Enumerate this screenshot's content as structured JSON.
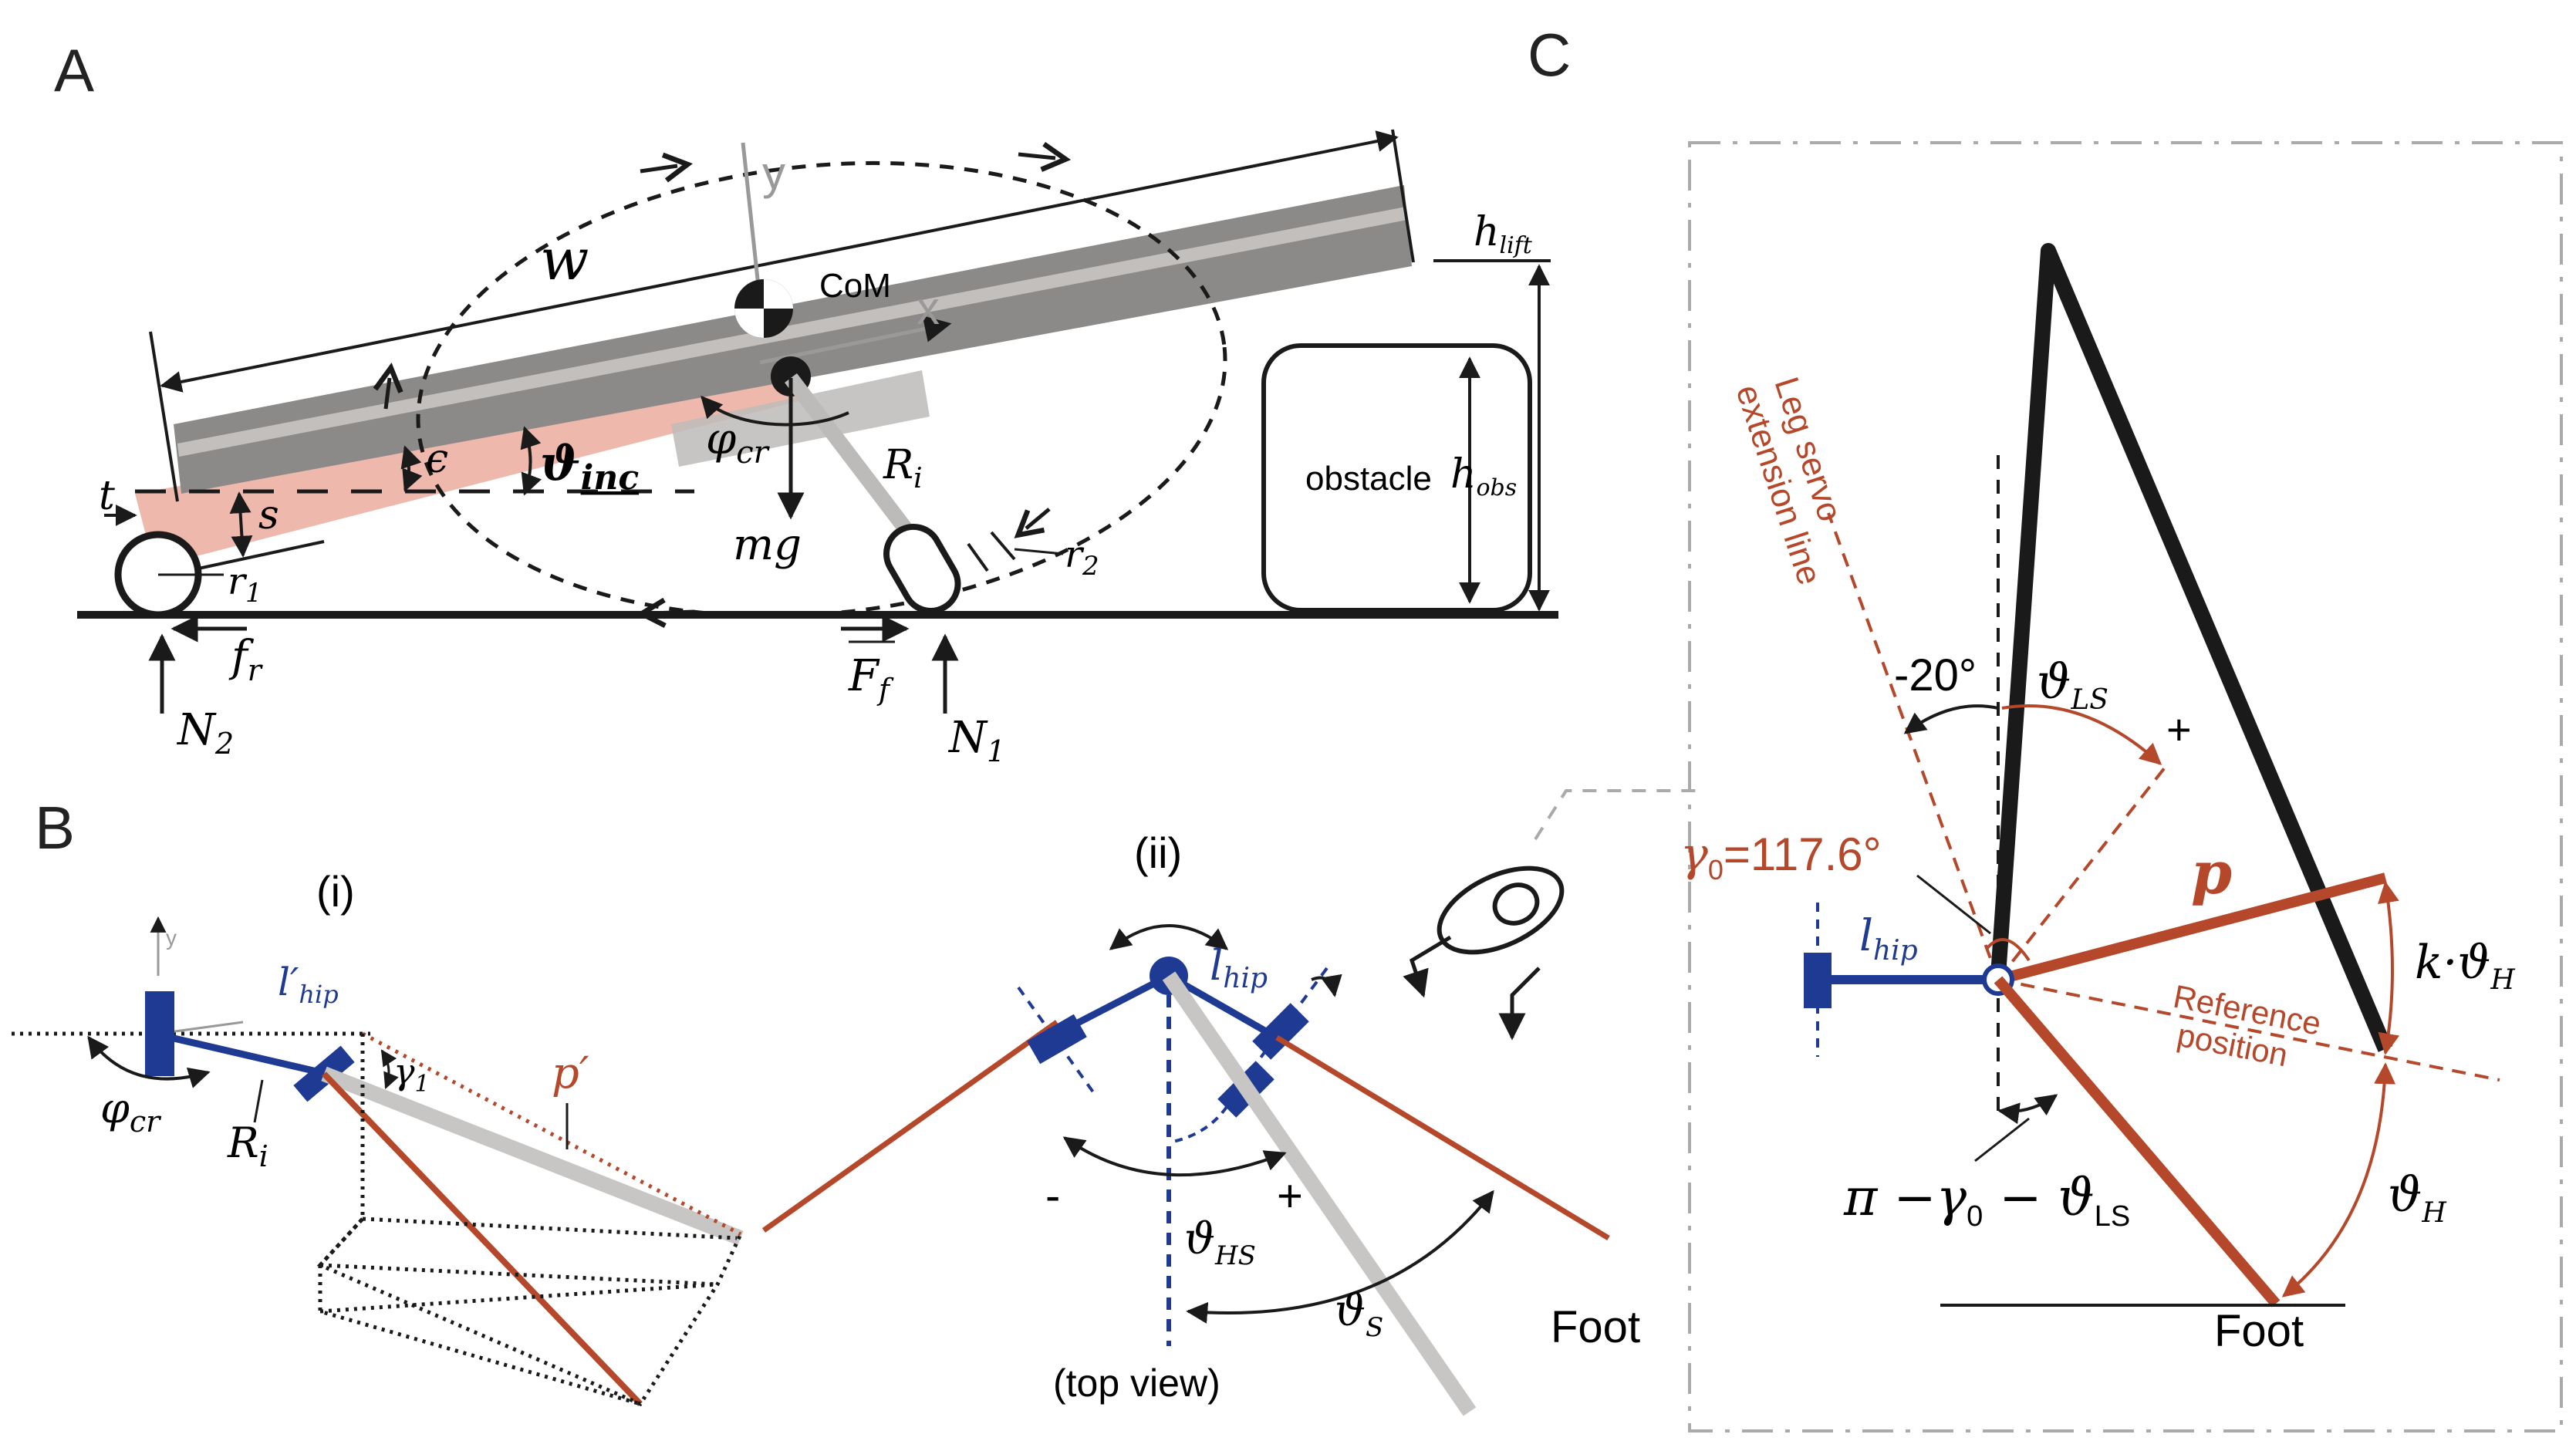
{
  "panels": {
    "a": "A",
    "b": "B",
    "c": "C"
  },
  "panel_a": {
    "w": "w",
    "y_axis": "y",
    "x_axis": "x",
    "com": "CoM",
    "h_lift": "h",
    "h_lift_sub": "lift",
    "obstacle": "obstacle",
    "h_obs": "h",
    "h_obs_sub": "obs",
    "t": "t",
    "s": "s",
    "epsilon": "ϵ",
    "theta_inc": "ϑ",
    "theta_inc_sub": "inc",
    "phi_cr": "φ",
    "phi_cr_sub": "cr",
    "R_i": "R",
    "R_i_sub": "i",
    "mg": "mg",
    "r1": "r",
    "r1_sub": "1",
    "r2": "r",
    "r2_sub": "2",
    "f_r": "f",
    "f_r_sub": "r",
    "F_f": "F",
    "F_f_sub": "f",
    "N1": "N",
    "N1_sub": "1",
    "N2": "N",
    "N2_sub": "2"
  },
  "panel_b": {
    "i": "(i)",
    "ii": "(ii)",
    "l_hip_prime": "l′",
    "l_hip_prime_sub": "hip",
    "phi_cr": "φ",
    "phi_cr_sub": "cr",
    "R_i": "R",
    "R_i_sub": "i",
    "gamma1": "γ",
    "gamma1_sub": "1",
    "p_prime": "p′",
    "l_hip": "l",
    "l_hip_sub": "hip",
    "minus": "-",
    "plus": "+",
    "theta_hs": "ϑ",
    "theta_hs_sub": "HS",
    "theta_s": "ϑ",
    "theta_s_sub": "S",
    "top_view": "(top view)",
    "foot": "Foot",
    "y_small": "y"
  },
  "panel_c": {
    "leg_servo_1": "Leg servo",
    "leg_servo_2": "extension line",
    "minus20": "-20°",
    "theta_ls": "ϑ",
    "theta_ls_sub": "LS",
    "plus": "+",
    "gamma0": "γ",
    "gamma0_sub": "0",
    "gamma0_val": "=117.6°",
    "p": "p",
    "l_hip": "l",
    "l_hip_sub": "hip",
    "k_theta": "k·ϑ",
    "k_theta_sub": "H",
    "reference_1": "Reference",
    "reference_2": "position",
    "pi_expr": "π −γ",
    "pi_expr_sub0": "0",
    "pi_expr_mid": " − ϑ",
    "pi_expr_sub1": "LS",
    "theta_h": "ϑ",
    "theta_h_sub": "H",
    "foot": "Foot"
  },
  "colors": {
    "orange": "#b5482a",
    "blue": "#1f3a93",
    "gray_bar": "#8c8a88",
    "red_shade": "#e8a090"
  }
}
